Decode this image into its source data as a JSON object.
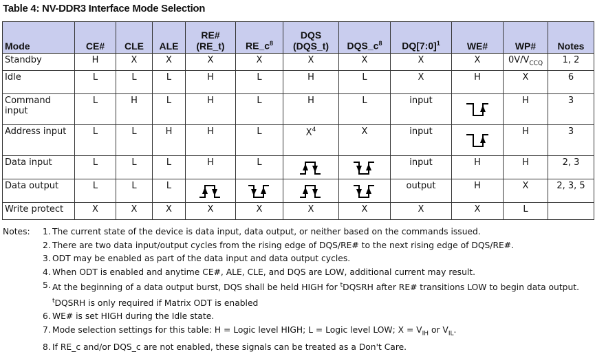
{
  "title": "Table 4: NV-DDR3 Interface Mode Selection",
  "headers": [
    {
      "l1": "",
      "l2": "Mode",
      "sup": ""
    },
    {
      "l1": "",
      "l2": "CE#",
      "sup": ""
    },
    {
      "l1": "",
      "l2": "CLE",
      "sup": ""
    },
    {
      "l1": "",
      "l2": "ALE",
      "sup": ""
    },
    {
      "l1": "RE#",
      "l2": "(RE_t)",
      "sup": ""
    },
    {
      "l1": "",
      "l2": "RE_c",
      "sup": "8"
    },
    {
      "l1": "DQS",
      "l2": "(DQS_t)",
      "sup": ""
    },
    {
      "l1": "",
      "l2": "DQS_c",
      "sup": "8"
    },
    {
      "l1": "",
      "l2": "DQ[7:0]",
      "sup": "1"
    },
    {
      "l1": "",
      "l2": "WE#",
      "sup": ""
    },
    {
      "l1": "",
      "l2": "WP#",
      "sup": ""
    },
    {
      "l1": "",
      "l2": "Notes",
      "sup": ""
    }
  ],
  "rows": [
    {
      "mode": "Standby",
      "cells": [
        "H",
        "X",
        "X",
        "X",
        "X",
        "X",
        "X",
        "X",
        "X",
        "0V/V",
        "1, 2"
      ],
      "cls": ""
    },
    {
      "mode": "Idle",
      "cells": [
        "L",
        "L",
        "L",
        "H",
        "L",
        "H",
        "L",
        "X",
        "H",
        "X",
        "6"
      ],
      "cls": "mid"
    },
    {
      "mode": "Command input",
      "cells": [
        "L",
        "H",
        "L",
        "H",
        "L",
        "H",
        "L",
        "input",
        "pulse-low-up",
        "H",
        "3"
      ],
      "cls": "tall"
    },
    {
      "mode": "Address input",
      "cells": [
        "L",
        "L",
        "H",
        "H",
        "L",
        "X4",
        "X",
        "input",
        "pulse-low-up",
        "H",
        "3"
      ],
      "cls": "tall"
    },
    {
      "mode": "Data input",
      "cells": [
        "L",
        "L",
        "L",
        "H",
        "L",
        "pulse-high",
        "pulse-low",
        "input",
        "H",
        "H",
        "2, 3"
      ],
      "cls": "mid"
    },
    {
      "mode": "Data output",
      "cells": [
        "L",
        "L",
        "L",
        "pulse-high",
        "pulse-low",
        "pulse-high",
        "pulse-low",
        "output",
        "H",
        "X",
        "2, 3, 5"
      ],
      "cls": "mid"
    },
    {
      "mode": "Write protect",
      "cells": [
        "X",
        "X",
        "X",
        "X",
        "X",
        "X",
        "X",
        "X",
        "X",
        "L",
        ""
      ],
      "cls": ""
    }
  ],
  "wp_standby_sub": "CCQ",
  "notes_label": "Notes:",
  "notes": [
    {
      "n": "1.",
      "t": "The current state of the device is data input, data output, or neither based on the commands issued."
    },
    {
      "n": "2.",
      "t": "There are two data input/output cycles from the rising edge of DQS/RE# to the next rising edge of DQS/RE#."
    },
    {
      "n": "3.",
      "t": "ODT may be enabled as part of the data input and data output cycles."
    },
    {
      "n": "4.",
      "t": "When ODT is enabled and anytime CE#, ALE, CLE, and DQS are LOW, additional current may result."
    },
    {
      "n": "5.",
      "a": "At the beginning of a data output burst, DQS shall be held HIGH for ",
      "s1": "t",
      "b": "DQSRH after RE# transitions LOW to begin data output. ",
      "s2": "t",
      "c": "DQSRH is only required if Matrix ODT is enabled"
    },
    {
      "n": "6.",
      "t": "WE# is set HIGH during the Idle state."
    },
    {
      "n": "7.",
      "a": "Mode selection settings for this table: H = Logic level HIGH; L = Logic level LOW; X = V",
      "s1": "IH",
      "b": " or V",
      "s2": "IL",
      "c": "."
    },
    {
      "n": "8.",
      "t": "If RE_c and/or DQS_c are not enabled, these signals can be treated as a Don't Care."
    }
  ]
}
